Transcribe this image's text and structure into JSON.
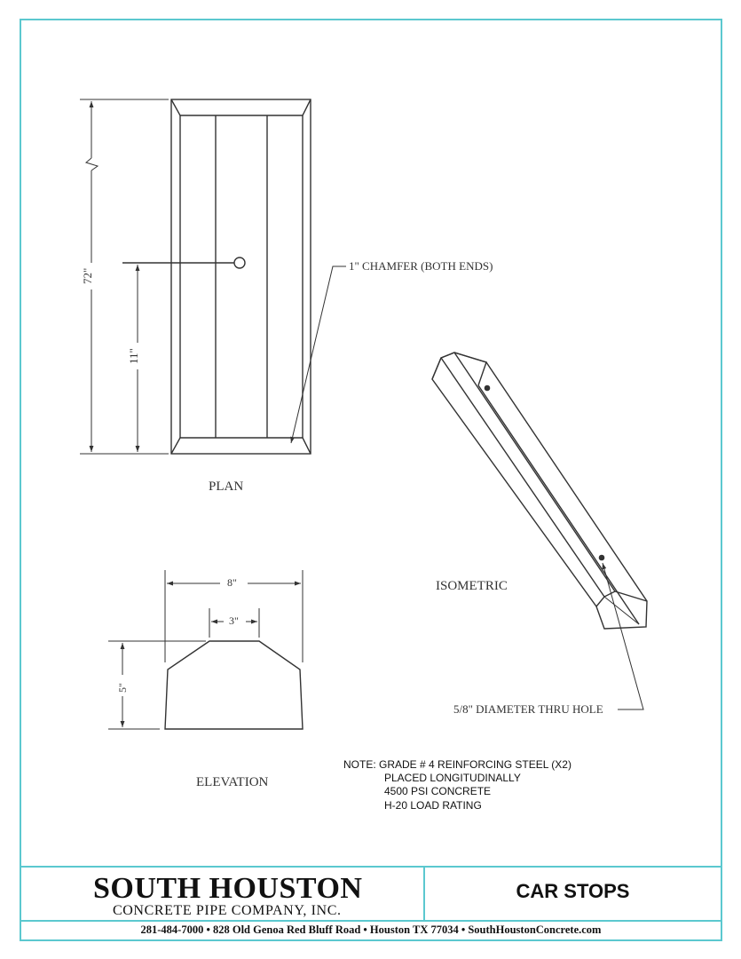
{
  "colors": {
    "border": "#5bc8cf",
    "line": "#333333"
  },
  "plan": {
    "view_label": "PLAN",
    "dim_length": "72\"",
    "dim_hole": "11\"",
    "chamfer_note": "1\" CHAMFER (BOTH ENDS)"
  },
  "isometric": {
    "view_label": "ISOMETRIC",
    "hole_note": "5/8\" DIAMETER THRU HOLE"
  },
  "elevation": {
    "view_label": "ELEVATION",
    "dim_base": "8\"",
    "dim_top": "3\"",
    "dim_height": "5\""
  },
  "notes": [
    "NOTE: GRADE # 4 REINFORCING STEEL (X2)",
    "PLACED LONGITUDINALLY",
    "4500 PSI CONCRETE",
    "H-20 LOAD RATING"
  ],
  "title_block": {
    "company_name": "SOUTH HOUSTON",
    "company_sub": "CONCRETE PIPE COMPANY, INC.",
    "drawing_title": "CAR STOPS",
    "contact": "281-484-7000  •  828 Old Genoa Red Bluff Road  •  Houston TX 77034  •  SouthHoustonConcrete.com"
  }
}
